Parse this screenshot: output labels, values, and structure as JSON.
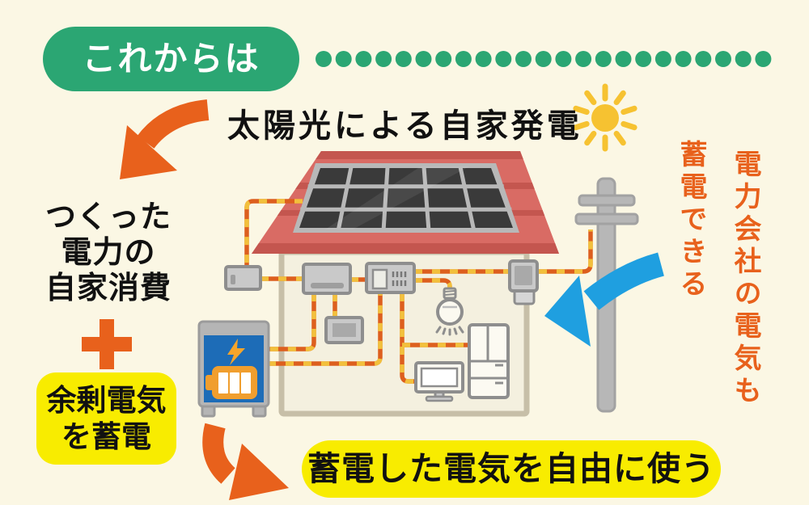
{
  "page": {
    "background": "#FBF7E4"
  },
  "header": {
    "headline": "これからは",
    "dot_count": 23
  },
  "labels": {
    "solar_generation": "太陽光による自家発電",
    "self_consumption": [
      "つくった",
      "電力の",
      "自家消費"
    ],
    "surplus_storage": [
      "余剰電気",
      "を蓄電"
    ],
    "grid_storage": [
      "電力会社の電気も",
      "蓄電できる"
    ],
    "usage": "蓄電した電気を自由に使う"
  },
  "icons": {
    "sun": "☀",
    "plus": "＋",
    "lightning": "⚡",
    "battery": "🔋"
  },
  "colors": {
    "background": "#FBF7E4",
    "green": "#2BA673",
    "orange_accent": "#E8611C",
    "highlight_yellow": "#F8EC00",
    "grid_arrow_blue": "#1F9FE0",
    "roof_red": "#D96B64",
    "roof_stripe": "#C4564F",
    "panel_dark": "#3A3A3A",
    "battery_blue": "#1D6CB7",
    "battery_icon_orange": "#F09E2E",
    "wire_orange": "#DD5F1E",
    "wire_yellow": "#F2C03C",
    "device_gray": "#C9C9C9",
    "wall_fill": "#F4F0DF",
    "wall_outline": "#C7BFA8"
  }
}
